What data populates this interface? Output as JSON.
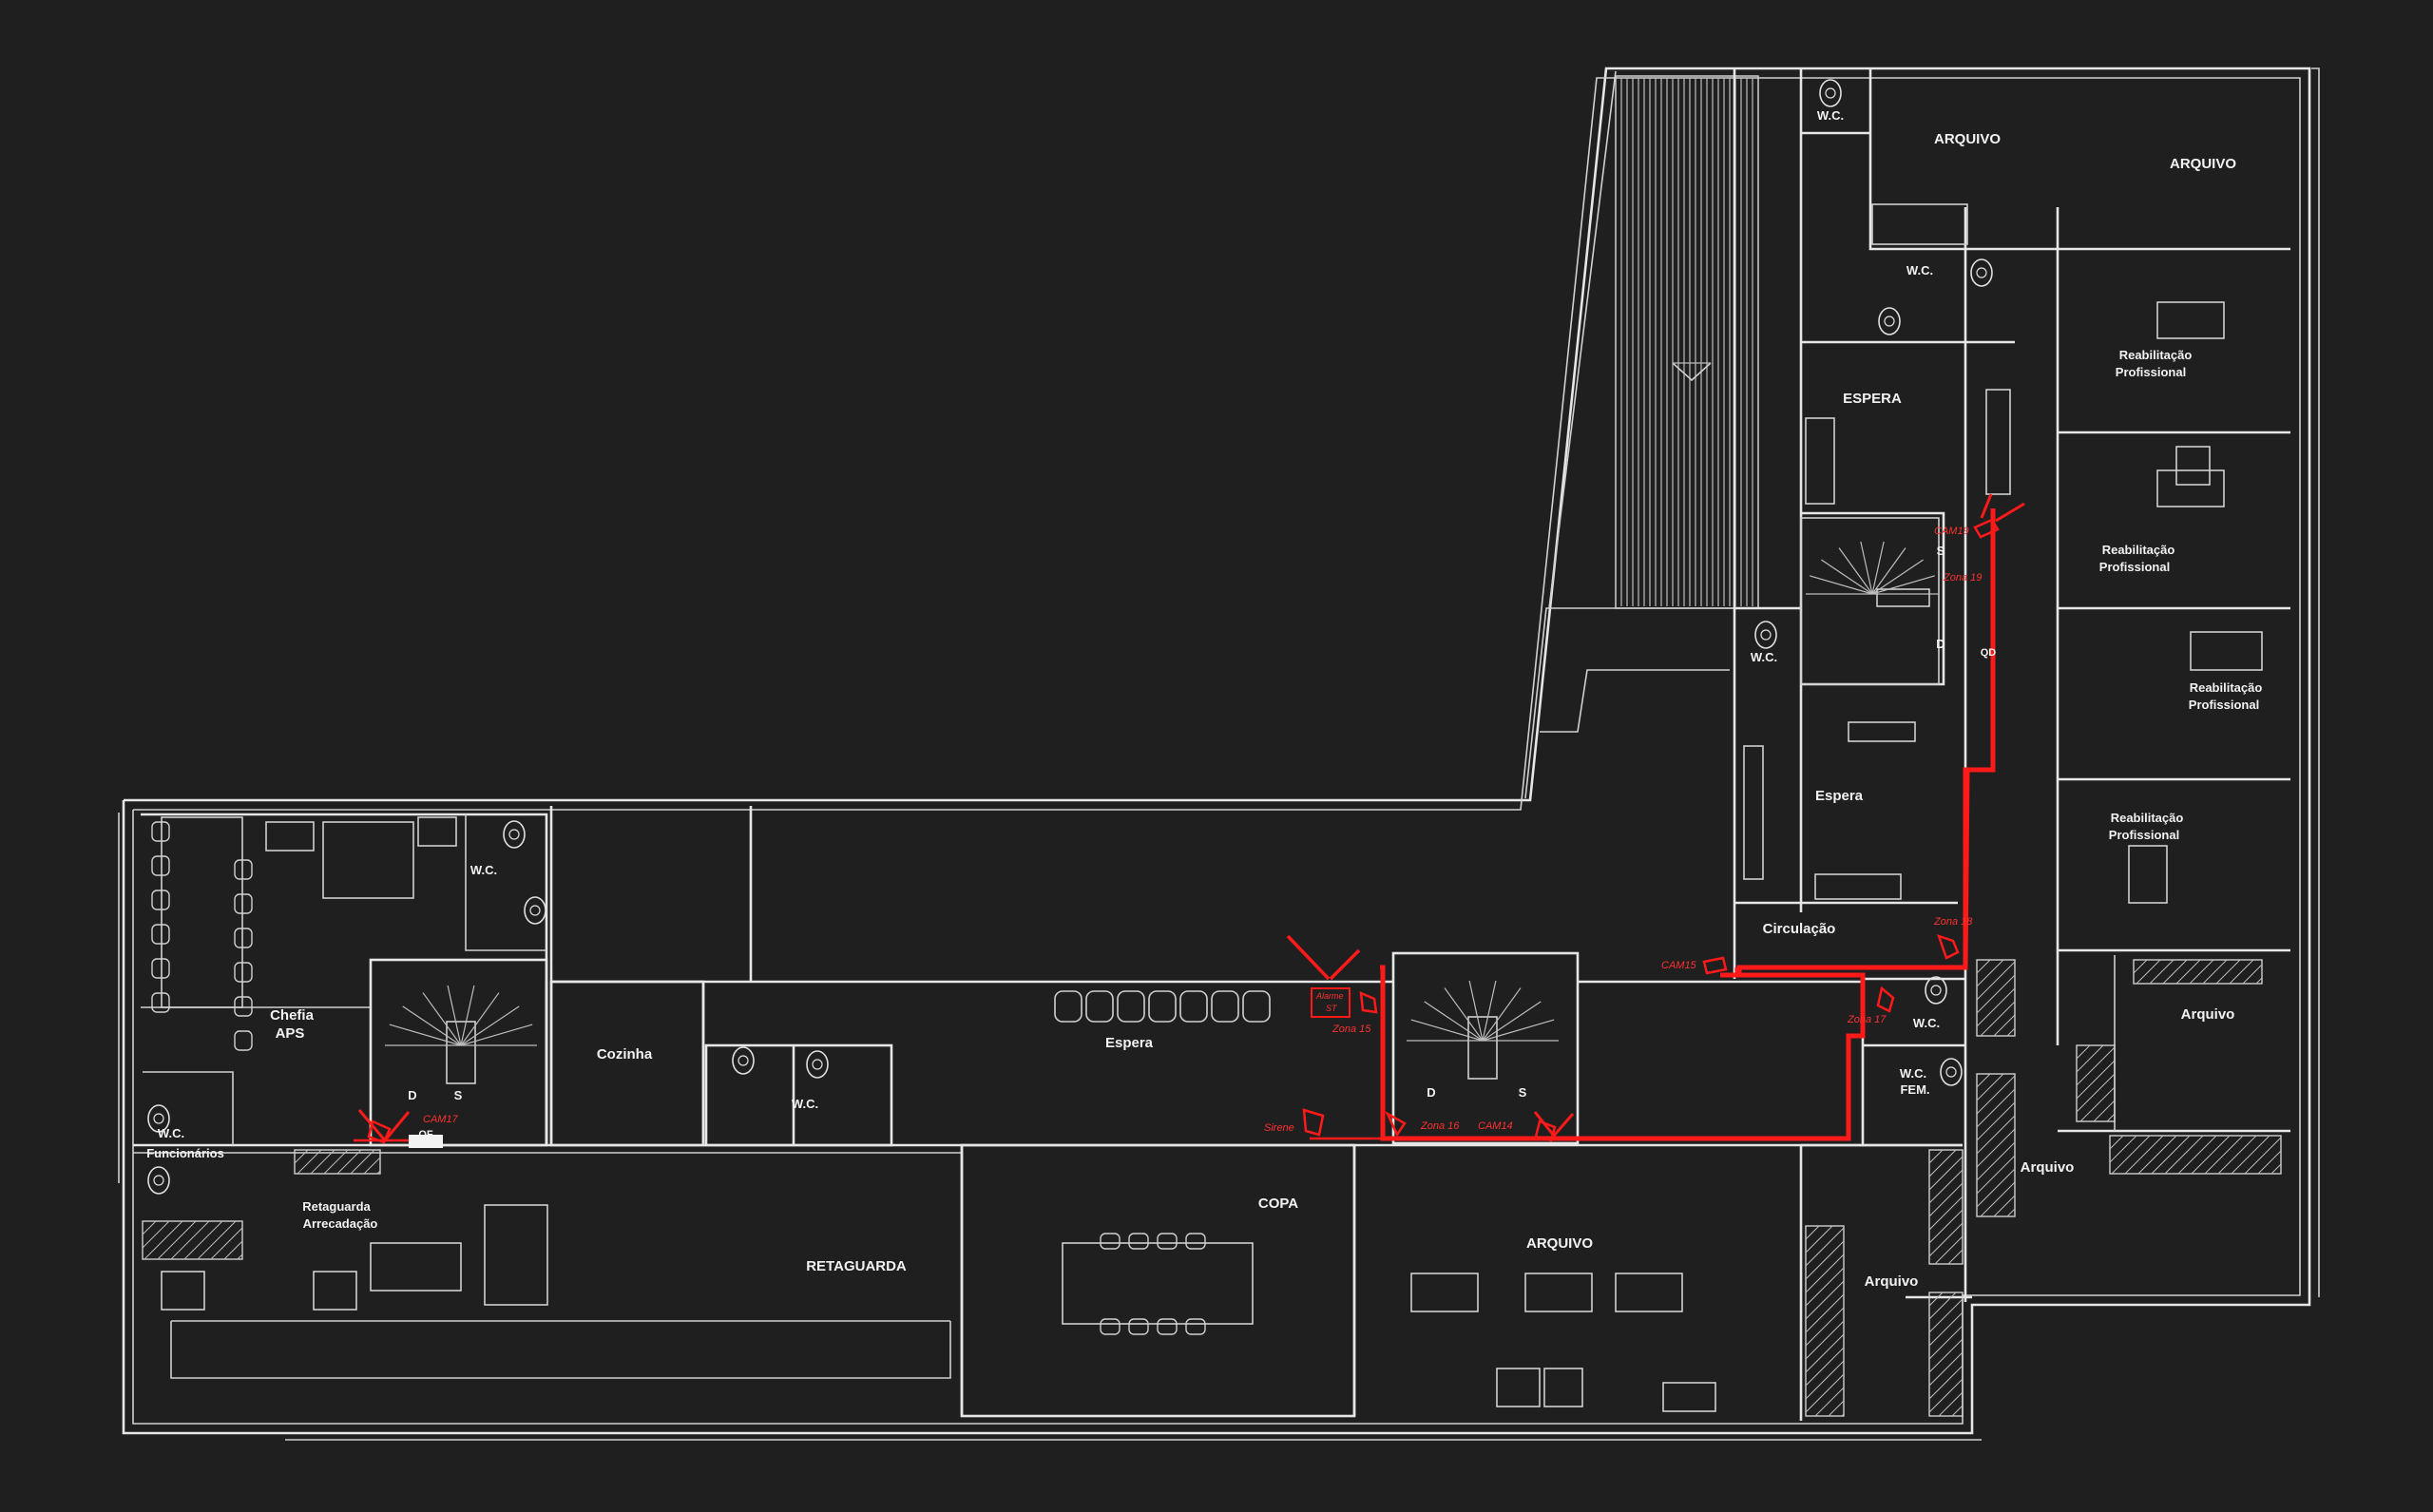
{
  "rooms": {
    "wc_top": "W.C.",
    "arquivo_1": "ARQUIVO",
    "arquivo_2": "ARQUIVO",
    "wc_2": "W.C.",
    "reab_1a": "Reabilitação",
    "reab_1b": "Profissional",
    "espera_top": "ESPERA",
    "reab_2a": "Reabilitação",
    "reab_2b": "Profissional",
    "wc_3": "W.C.",
    "reab_3a": "Reabilitação",
    "reab_3b": "Profissional",
    "espera_mid": "Espera",
    "reab_4a": "Reabilitação",
    "reab_4b": "Profissional",
    "circulacao": "Circulação",
    "arquivo_3": "Arquivo",
    "wc_4": "W.C.",
    "wc_fem_a": "W.C.",
    "wc_fem_b": "FEM.",
    "arquivo_4": "Arquivo",
    "arquivo_5": "Arquivo",
    "chefia_a": "Chefia",
    "chefia_b": "APS",
    "wc_5": "W.C.",
    "cozinha": "Cozinha",
    "wc_6": "W.C.",
    "espera_main": "Espera",
    "wc_func_a": "W.C.",
    "wc_func_b": "Funcionários",
    "retaguarda_arr_a": "Retaguarda",
    "retaguarda_arr_b": "Arrecadação",
    "retaguarda": "RETAGUARDA",
    "copa": "COPA",
    "arquivo_6": "ARQUIVO"
  },
  "stairs": {
    "d1": "D",
    "s1": "S",
    "d2": "D",
    "s2": "S",
    "s3": "S",
    "d3": "D"
  },
  "security": {
    "cam19": "CAM19",
    "zona19": "Zona 19",
    "zona18": "Zona 18",
    "cam15": "CAM15",
    "zona17": "Zona 17",
    "zona15": "Zona 15",
    "sirene": "Sirene",
    "zona16": "Zona 16",
    "cam14": "CAM14",
    "cam17": "CAM17",
    "qf": "QF",
    "alarm_a": "Alarme",
    "alarm_b": "ST",
    "qd": "QD",
    "route_color": "#ff1a1a"
  }
}
